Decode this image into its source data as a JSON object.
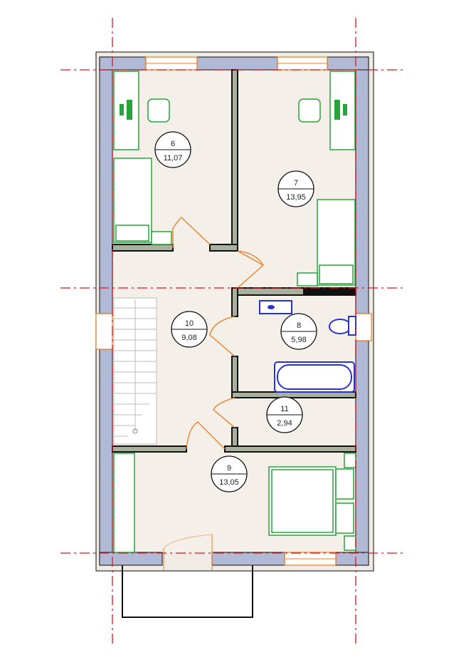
{
  "rooms": [
    {
      "number": "6",
      "area": "11,07"
    },
    {
      "number": "7",
      "area": "13,95"
    },
    {
      "number": "10",
      "area": "9,08"
    },
    {
      "number": "8",
      "area": "5,98"
    },
    {
      "number": "11",
      "area": "2,94"
    },
    {
      "number": "9",
      "area": "13,05"
    }
  ],
  "colors": {
    "wall_exterior": "#b0b9d6",
    "wall_interior": "#a8b09e",
    "floor": "#f4efe9",
    "axis": "#e0141c",
    "furniture": "#25a53a",
    "plumbing": "#2632d8",
    "doors_windows": "#f07a1c"
  }
}
